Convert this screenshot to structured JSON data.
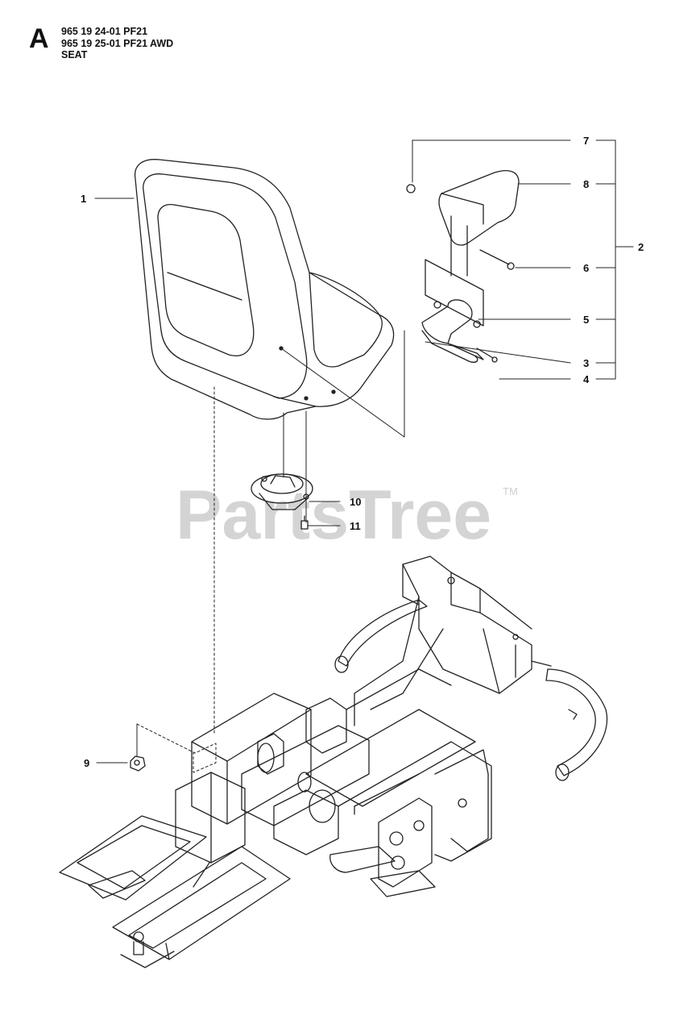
{
  "header": {
    "section_letter": "A",
    "lines": [
      "965 19 24-01 PF21",
      "965 19 25-01 PF21 AWD",
      "SEAT"
    ]
  },
  "watermark": {
    "text": "PartsTree",
    "trademark": "TM"
  },
  "callouts": [
    "1",
    "2",
    "3",
    "4",
    "5",
    "6",
    "7",
    "8",
    "9",
    "10",
    "11"
  ],
  "colors": {
    "line": "#222222",
    "watermark": "#d4d4d4",
    "background": "#ffffff"
  }
}
